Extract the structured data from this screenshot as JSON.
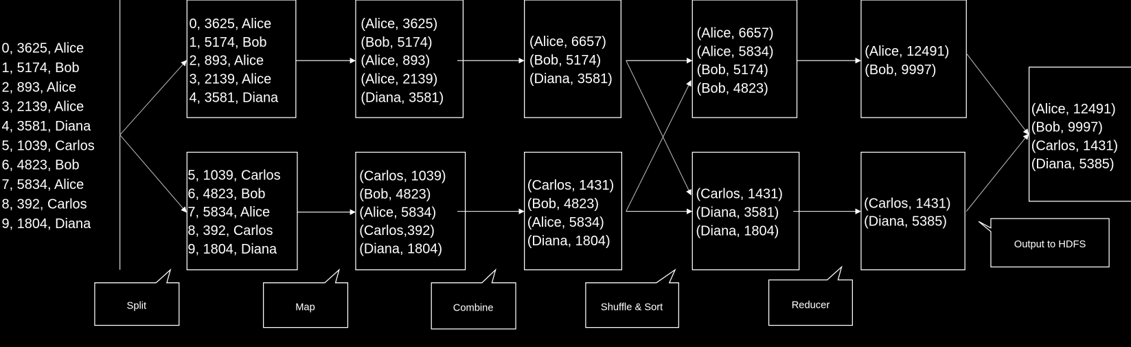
{
  "input": [
    "0, 3625, Alice",
    "1, 5174, Bob",
    "2, 893, Alice",
    "3, 2139, Alice",
    "4, 3581, Diana",
    "5, 1039, Carlos",
    "6, 4823, Bob",
    "7, 5834, Alice",
    "8, 392, Carlos",
    "9, 1804, Diana"
  ],
  "split": {
    "top": [
      "0, 3625, Alice",
      "1, 5174, Bob",
      "2, 893, Alice",
      "3, 2139, Alice",
      "4, 3581, Diana"
    ],
    "bottom": [
      "5, 1039, Carlos",
      "6, 4823, Bob",
      "7, 5834, Alice",
      "8, 392, Carlos",
      "9, 1804, Diana"
    ]
  },
  "map": {
    "top": [
      "(Alice, 3625)",
      "(Bob, 5174)",
      "(Alice, 893)",
      "(Alice, 2139)",
      "(Diana, 3581)"
    ],
    "bottom": [
      "(Carlos, 1039)",
      "(Bob, 4823)",
      "(Alice, 5834)",
      "(Carlos,392)",
      "(Diana, 1804)"
    ]
  },
  "combine": {
    "top": [
      "(Alice, 6657)",
      "(Bob, 5174)",
      "(Diana, 3581)"
    ],
    "bottom": [
      "(Carlos, 1431)",
      "(Bob, 4823)",
      "(Alice, 5834)",
      "(Diana, 1804)"
    ]
  },
  "shuffle": {
    "top": [
      "(Alice, 6657)",
      "(Alice, 5834)",
      "(Bob, 5174)",
      "(Bob, 4823)"
    ],
    "bottom": [
      "(Carlos, 1431)",
      "(Diana, 3581)",
      "(Diana, 1804)"
    ]
  },
  "reducer": {
    "top": [
      "(Alice, 12491)",
      "(Bob, 9997)"
    ],
    "bottom": [
      "(Carlos, 1431)",
      "(Diana, 5385)"
    ]
  },
  "output": [
    "(Alice, 12491)",
    "(Bob, 9997)",
    "(Carlos, 1431)",
    "(Diana, 5385)"
  ],
  "callouts": {
    "split": "Split",
    "map": "Map",
    "combine": "Combine",
    "shuffle": "Shuffle & Sort",
    "reducer": "Reducer",
    "output": "Output to HDFS"
  }
}
